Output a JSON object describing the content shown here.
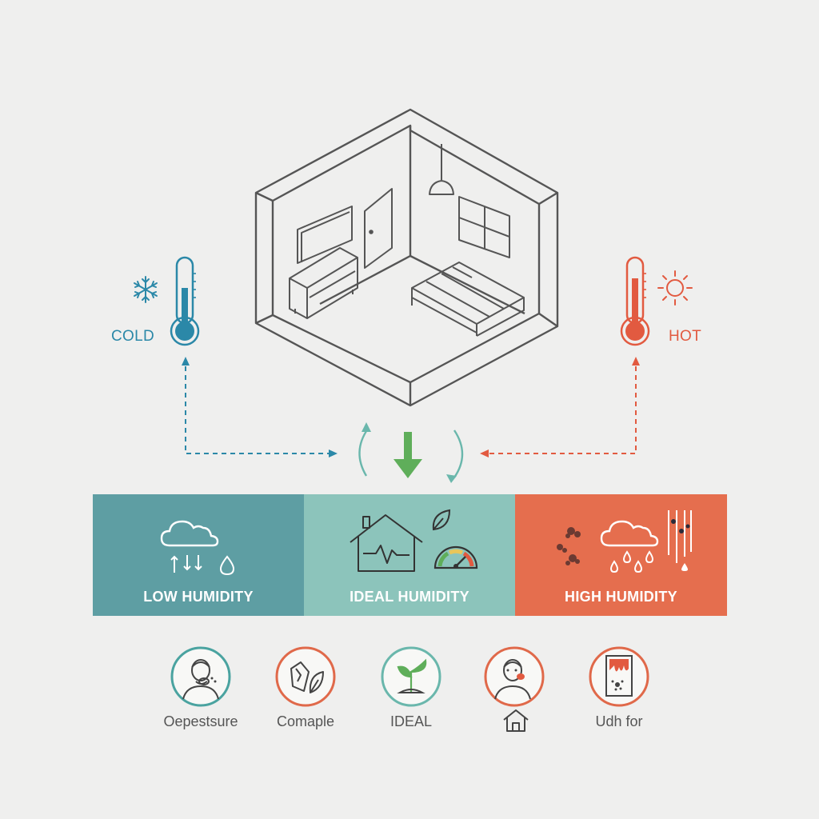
{
  "cold": {
    "label": "COLD"
  },
  "hot": {
    "label": "HOT"
  },
  "bands": [
    {
      "label": "LOW HUMIDITY",
      "color": "#5e9ea3"
    },
    {
      "label": "IDEAL HUMIDITY",
      "color": "#8cc4bb"
    },
    {
      "label": "HIGH HUMIDITY",
      "color": "#e56e4e"
    }
  ],
  "effects": [
    {
      "label": "Oepestsure",
      "ring": "#4aa3a0",
      "icon": "person-coughing-icon"
    },
    {
      "label": "Comaple",
      "ring": "#e0694a",
      "icon": "dry-skin-leaf-icon"
    },
    {
      "label": "IDEAL",
      "ring": "#6ab7ac",
      "icon": "seedling-icon"
    },
    {
      "label": "",
      "ring": "#e0694a",
      "icon": "person-sneezing-icon"
    },
    {
      "label": "Udh for",
      "ring": "#e0694a",
      "icon": "mold-wall-icon"
    }
  ],
  "colors": {
    "cold": "#2b88a8",
    "hot": "#e25a40",
    "ideal": "#5fae5a",
    "line": "#555555"
  }
}
